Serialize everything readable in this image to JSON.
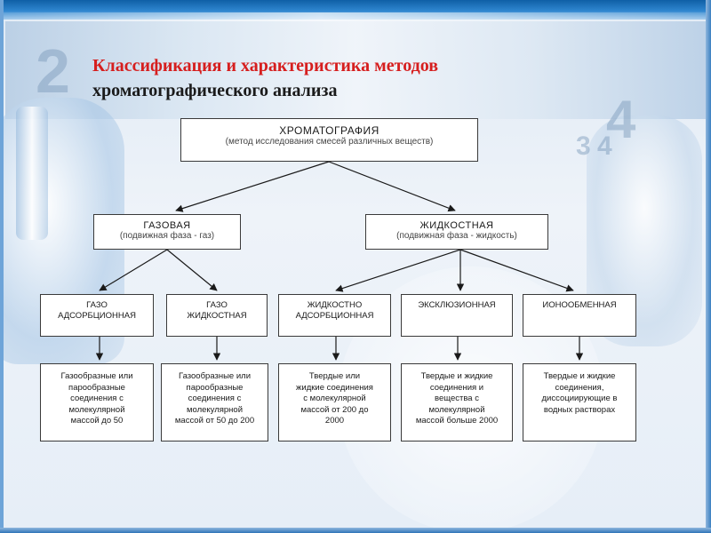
{
  "slide": {
    "title_line1": "Классификация и характеристика методов",
    "title_line2": "хроматографического анализа",
    "decor_numbers": [
      "4",
      "3",
      "4",
      "2"
    ]
  },
  "root": {
    "title": "ХРОМАТОГРАФИЯ",
    "subtitle": "(метод исследования смесей различных веществ)"
  },
  "level2": [
    {
      "title": "ГАЗОВАЯ",
      "subtitle": "(подвижная фаза - газ)"
    },
    {
      "title": "ЖИДКОСТНАЯ",
      "subtitle": "(подвижная фаза - жидкость)"
    }
  ],
  "methods": [
    {
      "line1": "ГАЗО",
      "line2": "АДСОРБЦИОННАЯ"
    },
    {
      "line1": "ГАЗО",
      "line2": "ЖИДКОСТНАЯ"
    },
    {
      "line1": "ЖИДКОСТНО",
      "line2": "АДСОРБЦИОННАЯ"
    },
    {
      "line1": "ЭКСКЛЮЗИОННАЯ",
      "line2": ""
    },
    {
      "line1": "ИОНООБМЕННАЯ",
      "line2": ""
    }
  ],
  "descriptions": [
    {
      "lines": [
        "Газообразные или",
        "парообразные",
        "соединения с",
        "молекулярной",
        "массой до 50"
      ]
    },
    {
      "lines": [
        "Газообразные или",
        "парообразные",
        "соединения с",
        "молекулярной",
        "массой от 50 до 200"
      ]
    },
    {
      "lines": [
        "Твердые или",
        "жидкие соединения",
        "с молекулярной",
        "массой от 200 до",
        "2000"
      ]
    },
    {
      "lines": [
        "Твердые и жидкие",
        "соединения и",
        "вещества с",
        "молекулярной",
        "массой больше 2000"
      ]
    },
    {
      "lines": [
        "Твердые и жидкие",
        "соединения,",
        "диссоциирующие в",
        "водных растворах"
      ]
    }
  ],
  "colors": {
    "title_accent": "#d61e1e",
    "frame": "#2f86cf",
    "line": "#1a1a1a"
  }
}
